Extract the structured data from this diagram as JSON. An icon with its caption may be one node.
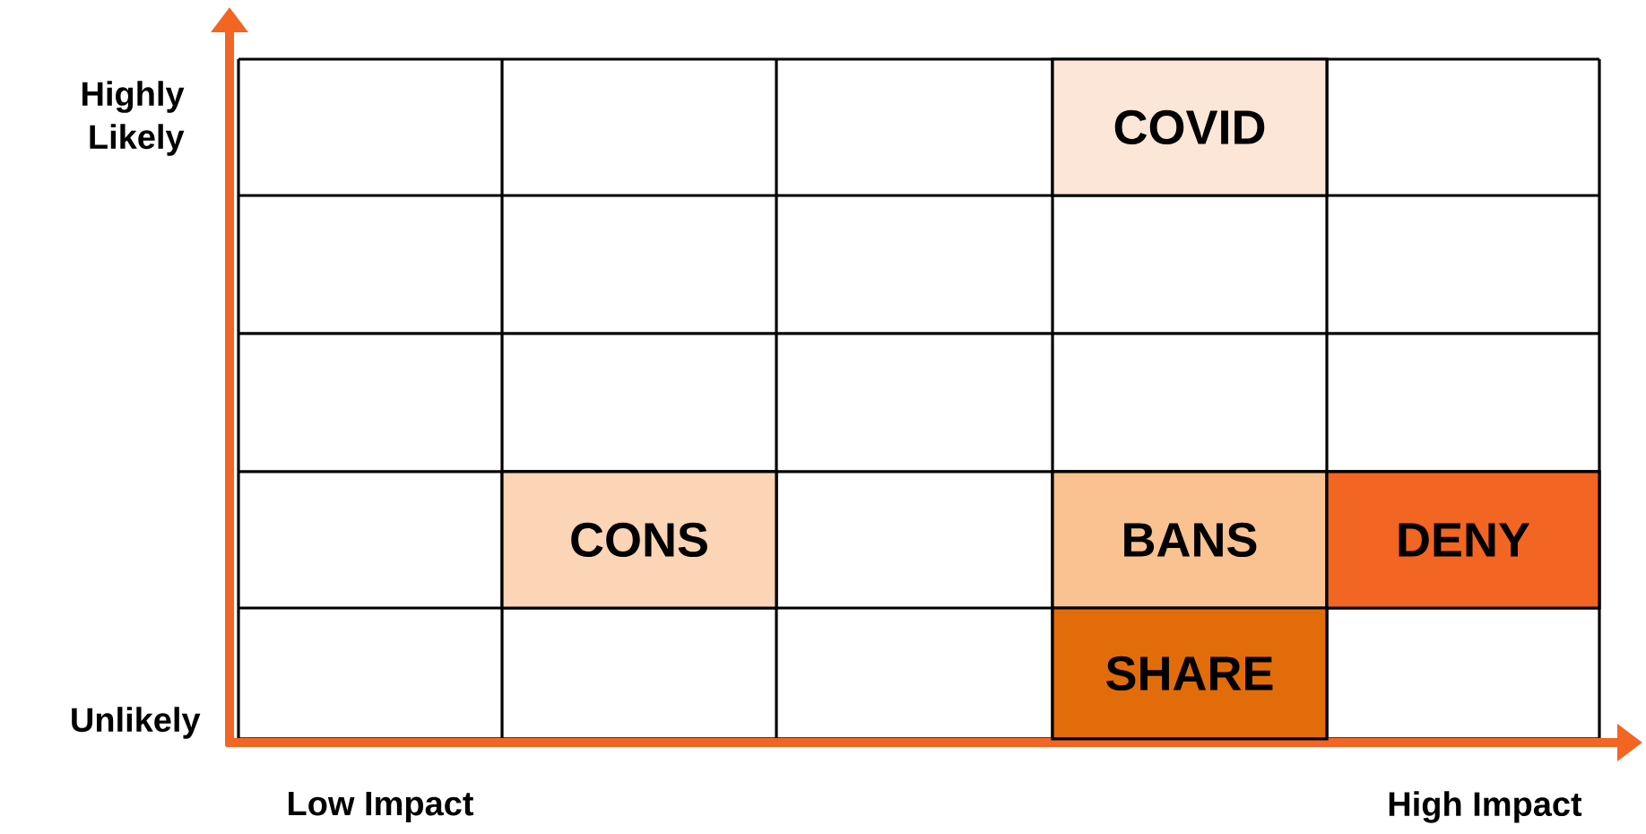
{
  "diagram": {
    "nodes": [
      {
        "text": [
          "COVID"
        ]
      },
      {
        "text": [
          "CONS"
        ]
      },
      {
        "text": [
          "BANS"
        ]
      },
      {
        "text": [
          "DENY"
        ]
      },
      {
        "text": [
          "SHARE"
        ]
      }
    ],
    "labels": [
      "Highly Likely",
      "Unlikely",
      "Low Impact",
      "High Impact"
    ]
  }
}
